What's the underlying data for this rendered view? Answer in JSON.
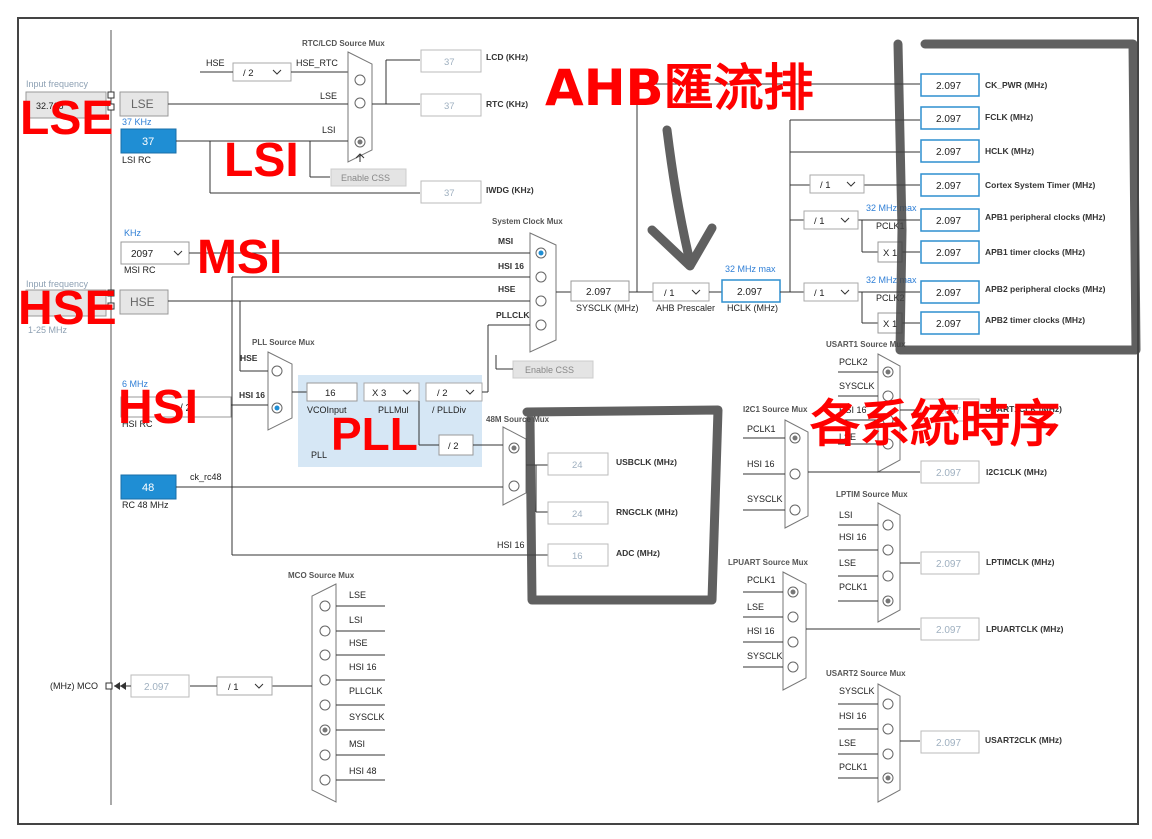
{
  "sources": {
    "lse": {
      "label": "LSE",
      "freq_label": "Input frequency",
      "freq_value": "32.768"
    },
    "lsi": {
      "khz": "37 KHz",
      "value": "37",
      "caption": "LSI RC"
    },
    "msi": {
      "unit": "KHz",
      "value": "2097",
      "caption": "MSI RC"
    },
    "hse": {
      "label": "HSE",
      "freq_label": "Input frequency",
      "range": "1-25 MHz"
    },
    "hsi": {
      "freq": "6 MHz",
      "caption": "HSI RC"
    },
    "rc48": {
      "value": "48",
      "caption": "RC 48 MHz",
      "signal": "ck_rc48"
    }
  },
  "rtc": {
    "title": "RTC/LCD Source Mux",
    "div_in": "HSE",
    "div_value": "/ 2",
    "div_out": "HSE_RTC",
    "in_lse": "LSE",
    "in_lsi": "LSI",
    "lcd_value": "37",
    "lcd_label": "LCD (KHz)",
    "rtc_value": "37",
    "rtc_label": "RTC (KHz)",
    "enable_css": "Enable CSS",
    "iwdg_value": "37",
    "iwdg_label": "IWDG (KHz)"
  },
  "sysmux": {
    "title": "System Clock Mux",
    "inputs": [
      "MSI",
      "HSI 16",
      "HSE",
      "PLLCLK"
    ],
    "sysclk_value": "2.097",
    "sysclk_label": "SYSCLK (MHz)",
    "ahb_value": "/ 1",
    "ahb_label": "AHB Prescaler",
    "hclk_max": "32 MHz max",
    "hclk_value": "2.097",
    "hclk_label": "HCLK (MHz)",
    "enable_css": "Enable CSS"
  },
  "pll": {
    "mux_title": "PLL Source Mux",
    "in_hse": "HSE",
    "in_hsi": "HSI 16",
    "vco_value": "16",
    "vco_label": "VCOInput",
    "mul_value": "X 3",
    "mul_label": "PLLMul",
    "div_value": "/ 2",
    "div_label": "/ PLLDiv",
    "caption": "PLL",
    "div2": "/ 2"
  },
  "m48": {
    "title": "48M Source Mux",
    "usb_value": "24",
    "usb_label": "USBCLK (MHz)",
    "rng_value": "24",
    "rng_label": "RNGCLK (MHz)",
    "hsi16": "HSI 16",
    "adc_value": "16",
    "adc_label": "ADC (MHz)"
  },
  "outputs": {
    "ck_pwr": {
      "value": "2.097",
      "label": "CK_PWR (MHz)"
    },
    "fclk": {
      "value": "2.097",
      "label": "FCLK (MHz)"
    },
    "hclk": {
      "value": "2.097",
      "label": "HCLK (MHz)"
    },
    "cortex": {
      "div": "/ 1",
      "value": "2.097",
      "label": "Cortex System Timer (MHz)"
    },
    "apb1": {
      "div": "/ 1",
      "max": "32 MHz max",
      "pclk": "PCLK1",
      "value": "2.097",
      "label": "APB1 peripheral clocks (MHz)",
      "timer_x": "X 1",
      "timer_value": "2.097",
      "timer_label": "APB1 timer clocks (MHz)"
    },
    "apb2": {
      "div": "/ 1",
      "max": "32 MHz max",
      "pclk": "PCLK2",
      "value": "2.097",
      "label": "APB2 peripheral clocks (MHz)",
      "timer_x": "X 1",
      "timer_value": "2.097",
      "timer_label": "APB2 timer clocks (MHz)"
    }
  },
  "usart1": {
    "title": "USART1 Source Mux",
    "inputs": [
      "PCLK2",
      "SYSCLK",
      "HSI 16",
      "LSE"
    ],
    "value": "2.097",
    "label": "USART1CLK (MHz)"
  },
  "i2c1": {
    "title": "I2C1 Source Mux",
    "inputs": [
      "PCLK1",
      "HSI 16",
      "SYSCLK"
    ],
    "value": "2.097",
    "label": "I2C1CLK (MHz)"
  },
  "lptim": {
    "title": "LPTIM Source Mux",
    "inputs": [
      "LSI",
      "HSI 16",
      "LSE",
      "PCLK1"
    ],
    "value": "2.097",
    "label": "LPTIMCLK (MHz)"
  },
  "lpuart": {
    "title": "LPUART Source Mux",
    "inputs": [
      "PCLK1",
      "LSE",
      "HSI 16",
      "SYSCLK"
    ],
    "value": "2.097",
    "label": "LPUARTCLK (MHz)"
  },
  "usart2": {
    "title": "USART2 Source Mux",
    "inputs": [
      "SYSCLK",
      "HSI 16",
      "LSE",
      "PCLK1"
    ],
    "value": "2.097",
    "label": "USART2CLK (MHz)"
  },
  "mco": {
    "title": "MCO Source Mux",
    "inputs": [
      "LSE",
      "LSI",
      "HSE",
      "HSI 16",
      "PLLCLK",
      "SYSCLK",
      "MSI",
      "HSI 48"
    ],
    "div": "/ 1",
    "value": "2.097",
    "label": "(MHz) MCO"
  },
  "annotations": {
    "lse": "LSE",
    "lsi": "LSI",
    "msi": "MSI",
    "hse": "HSE",
    "hsi": "HSI",
    "pll": "PLL",
    "ahb": "AHB匯流排",
    "peripheral": "各系統時序"
  }
}
